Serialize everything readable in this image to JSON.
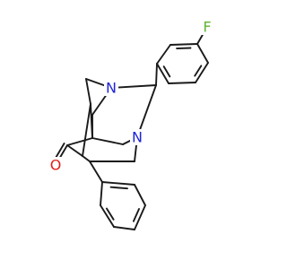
{
  "molecule": {
    "atoms": [
      {
        "id": "F",
        "label": "F",
        "color": "#5cb531"
      },
      {
        "id": "N1",
        "label": "N",
        "color": "#1f24d6"
      },
      {
        "id": "N2",
        "label": "N",
        "color": "#1f24d6"
      },
      {
        "id": "O",
        "label": "O",
        "color": "#e0201b"
      },
      {
        "id": "Me",
        "label": "",
        "color": "#1a1a1a"
      }
    ],
    "bond_color": "#1a1a1a"
  }
}
